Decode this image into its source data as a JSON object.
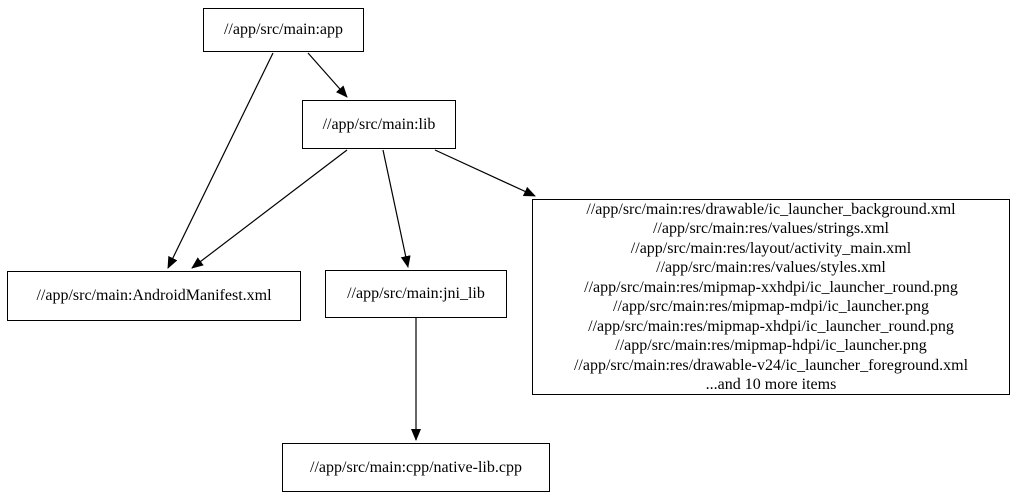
{
  "diagram": {
    "type": "dependency-graph",
    "nodes": [
      {
        "id": "app",
        "label": "//app/src/main:app"
      },
      {
        "id": "lib",
        "label": "//app/src/main:lib"
      },
      {
        "id": "manifest",
        "label": "//app/src/main:AndroidManifest.xml"
      },
      {
        "id": "jni_lib",
        "label": "//app/src/main:jni_lib"
      },
      {
        "id": "res_files",
        "lines": [
          "//app/src/main:res/drawable/ic_launcher_background.xml",
          "//app/src/main:res/values/strings.xml",
          "//app/src/main:res/layout/activity_main.xml",
          "//app/src/main:res/values/styles.xml",
          "//app/src/main:res/mipmap-xxhdpi/ic_launcher_round.png",
          "//app/src/main:res/mipmap-mdpi/ic_launcher.png",
          "//app/src/main:res/mipmap-xhdpi/ic_launcher_round.png",
          "//app/src/main:res/mipmap-hdpi/ic_launcher.png",
          "//app/src/main:res/drawable-v24/ic_launcher_foreground.xml",
          "...and 10 more items"
        ]
      },
      {
        "id": "native_lib",
        "label": "//app/src/main:cpp/native-lib.cpp"
      }
    ],
    "edges": [
      {
        "from": "app",
        "to": "lib"
      },
      {
        "from": "app",
        "to": "manifest"
      },
      {
        "from": "lib",
        "to": "manifest"
      },
      {
        "from": "lib",
        "to": "jni_lib"
      },
      {
        "from": "lib",
        "to": "res_files"
      },
      {
        "from": "jni_lib",
        "to": "native_lib"
      }
    ],
    "colors": {
      "node_border": "#000000",
      "node_fill": "#ffffff",
      "edge": "#000000",
      "background": "#ffffff"
    }
  }
}
